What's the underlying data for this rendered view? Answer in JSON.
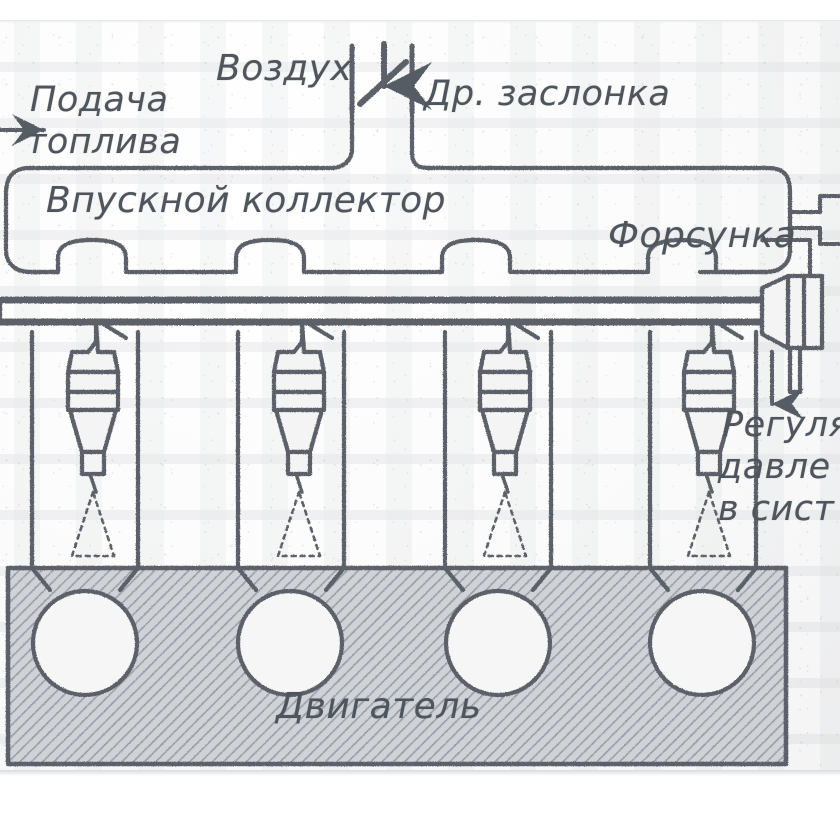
{
  "image": {
    "kind": "scanned-technical-diagram",
    "subject": "Multi-point fuel injection system schematic",
    "language": "ru",
    "ink_color": "#4f555d",
    "paper_color": "#f7f7f7",
    "block_fill_color": "#b8bcc2"
  },
  "labels": {
    "air": "Воздух",
    "fuel_supply_line1": "Подача",
    "fuel_supply_line2": "топлива",
    "throttle": "Др. заслонка",
    "intake_manifold": "Впускной коллектор",
    "injector": "Форсунка",
    "regulator_line1": "Регуля",
    "regulator_line2": "давле",
    "regulator_line3": "в сист",
    "engine": "Двигатель"
  },
  "counts": {
    "injectors": 4,
    "cylinders": 4,
    "intake_runners": 4
  }
}
